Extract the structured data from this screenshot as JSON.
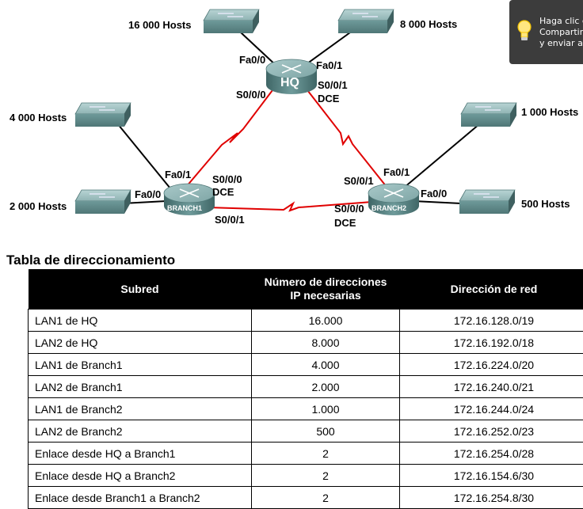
{
  "topology": {
    "hosts": {
      "h16000": "16 000 Hosts",
      "h8000": "8 000 Hosts",
      "h4000": "4 000 Hosts",
      "h2000": "2 000 Hosts",
      "h1000": "1 000 Hosts",
      "h500": "500 Hosts"
    },
    "routers": {
      "hq": "HQ",
      "branch1": "BRANCH1",
      "branch2": "BRANCH2"
    },
    "interfaces": {
      "hq_fa00": "Fa0/0",
      "hq_fa01": "Fa0/1",
      "hq_s000": "S0/0/0",
      "hq_s001": "S0/0/1",
      "hq_dce": "DCE",
      "b1_fa01": "Fa0/1",
      "b1_fa00": "Fa0/0",
      "b1_s000": "S0/0/0",
      "b1_dce": "DCE",
      "b1_s001": "S0/0/1",
      "b2_fa01": "Fa0/1",
      "b2_fa00": "Fa0/0",
      "b2_s001": "S0/0/1",
      "b2_s000": "S0/0/0",
      "b2_dce": "DCE"
    },
    "colors": {
      "serial_link": "#e00000",
      "ethernet_link": "#000000",
      "device": "#5f8f8f"
    }
  },
  "tooltip": {
    "icon": "lightbulb-icon",
    "line1": "Haga clic e",
    "line2": "Compartir",
    "line3": "y enviar ar"
  },
  "table": {
    "title": "Tabla de direccionamiento",
    "headers": {
      "subnet": "Subred",
      "count_line1": "Número de direcciones",
      "count_line2": "IP necesarias",
      "network": "Dirección de red"
    },
    "rows": [
      {
        "subnet": "LAN1 de HQ",
        "count": "16.000",
        "network": "172.16.128.0/19"
      },
      {
        "subnet": "LAN2 de HQ",
        "count": "8.000",
        "network": "172.16.192.0/18"
      },
      {
        "subnet": "LAN1 de Branch1",
        "count": "4.000",
        "network": "172.16.224.0/20"
      },
      {
        "subnet": "LAN2 de Branch1",
        "count": "2.000",
        "network": "172.16.240.0/21"
      },
      {
        "subnet": "LAN1 de Branch2",
        "count": "1.000",
        "network": "172.16.244.0/24"
      },
      {
        "subnet": "LAN2 de Branch2",
        "count": "500",
        "network": "172.16.252.0/23"
      },
      {
        "subnet": "Enlace desde HQ a Branch1",
        "count": "2",
        "network": "172.16.254.0/28"
      },
      {
        "subnet": "Enlace desde HQ a Branch2",
        "count": "2",
        "network": "172.16.154.6/30"
      },
      {
        "subnet": "Enlace desde Branch1 a Branch2",
        "count": "2",
        "network": "172.16.254.8/30"
      }
    ]
  }
}
